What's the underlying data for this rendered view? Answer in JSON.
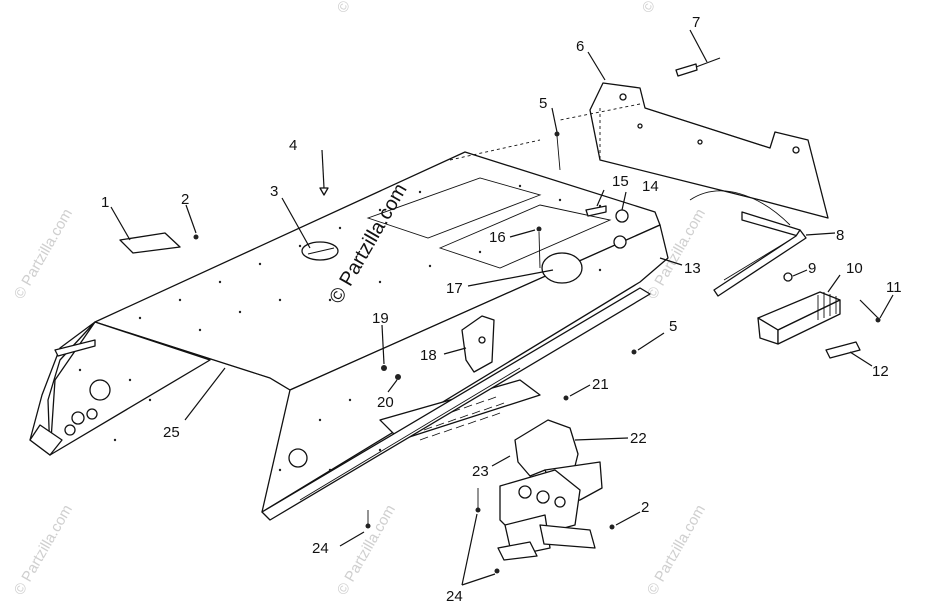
{
  "watermark": {
    "text": "© Partzilla.com",
    "center_text": "© Partzilla.com"
  },
  "callouts": [
    {
      "id": "c1",
      "label": "1"
    },
    {
      "id": "c2a",
      "label": "2"
    },
    {
      "id": "c3",
      "label": "3"
    },
    {
      "id": "c4",
      "label": "4"
    },
    {
      "id": "c5a",
      "label": "5"
    },
    {
      "id": "c6",
      "label": "6"
    },
    {
      "id": "c7",
      "label": "7"
    },
    {
      "id": "c8",
      "label": "8"
    },
    {
      "id": "c9",
      "label": "9"
    },
    {
      "id": "c10",
      "label": "10"
    },
    {
      "id": "c11",
      "label": "11"
    },
    {
      "id": "c12",
      "label": "12"
    },
    {
      "id": "c13",
      "label": "13"
    },
    {
      "id": "c14",
      "label": "14"
    },
    {
      "id": "c15",
      "label": "15"
    },
    {
      "id": "c16",
      "label": "16"
    },
    {
      "id": "c17",
      "label": "17"
    },
    {
      "id": "c18",
      "label": "18"
    },
    {
      "id": "c19",
      "label": "19"
    },
    {
      "id": "c20",
      "label": "20"
    },
    {
      "id": "c21",
      "label": "21"
    },
    {
      "id": "c22",
      "label": "22"
    },
    {
      "id": "c23",
      "label": "23"
    },
    {
      "id": "c24a",
      "label": "24"
    },
    {
      "id": "c24b",
      "label": "24"
    },
    {
      "id": "c25",
      "label": "25"
    },
    {
      "id": "c5b",
      "label": "5"
    },
    {
      "id": "c2b",
      "label": "2"
    }
  ]
}
